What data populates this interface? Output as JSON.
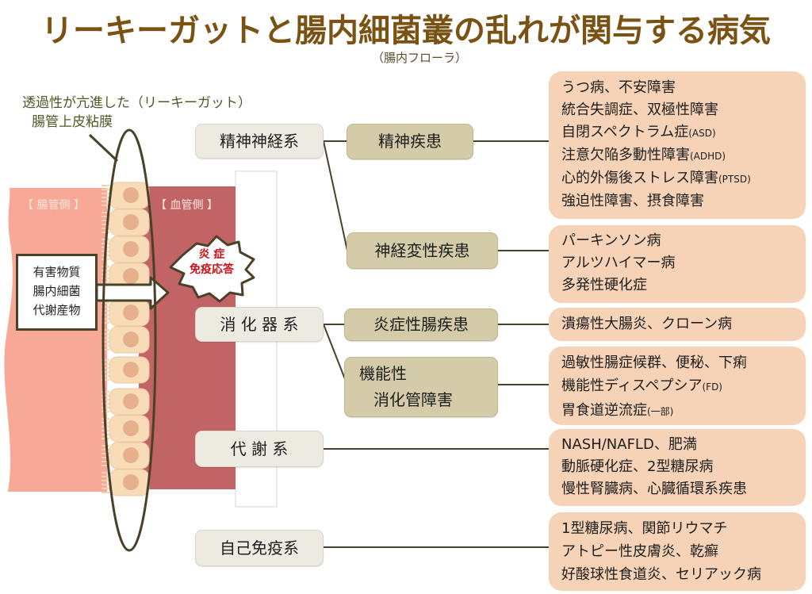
{
  "header": {
    "title": "リーキーガットと腸内細菌叢の乱れが関与する病気",
    "subtitle": "（腸内フローラ）"
  },
  "illustration": {
    "caption_line1": "透過性が亢進した（リーキーガット）",
    "caption_line2": "腸管上皮粘膜",
    "gut_side_label": "【 腸管側 】",
    "blood_side_label": "【 血管側 】",
    "inputs": [
      "有害物質",
      "腸内細菌",
      "代謝産物"
    ],
    "burst_line1": "炎 症",
    "burst_line2": "免疫応答",
    "colors": {
      "gut_side": "#f7a896",
      "blood_side": "#c26466",
      "cell": "#f8dcb8",
      "nucleus": "#e6b08c",
      "outline": "#4a4228",
      "inflammation_text": "#c8101a"
    }
  },
  "systems": [
    {
      "name": "精神神経系",
      "categories": [
        {
          "name": "精神疾患",
          "diseases": [
            {
              "text": "うつ病、不安障害"
            },
            {
              "text": "統合失調症、双極性障害"
            },
            {
              "text": "自閉スペクトラム症",
              "note": "(ASD)"
            },
            {
              "text": "注意欠陥多動性障害",
              "note": "(ADHD)"
            },
            {
              "text": "心的外傷後ストレス障害",
              "note": "(PTSD)"
            },
            {
              "text": "強迫性障害、摂食障害"
            }
          ]
        },
        {
          "name": "神経変性疾患",
          "diseases": [
            {
              "text": "パーキンソン病"
            },
            {
              "text": "アルツハイマー病"
            },
            {
              "text": "多発性硬化症"
            }
          ]
        }
      ]
    },
    {
      "name": "消 化 器 系",
      "categories": [
        {
          "name": "炎症性腸疾患",
          "diseases": [
            {
              "text": "潰瘍性大腸炎、クローン病"
            }
          ]
        },
        {
          "name_line1": "機能性",
          "name_line2": "消化管障害",
          "diseases": [
            {
              "text": "過敏性腸症候群、便秘、下痢"
            },
            {
              "text": "機能性ディスペプシア",
              "note": "(FD)"
            },
            {
              "text": "胃食道逆流症",
              "note": "(一部)"
            }
          ]
        }
      ]
    },
    {
      "name": "代 謝 系",
      "diseases": [
        {
          "text": "NASH/NAFLD、肥満"
        },
        {
          "text": "動脈硬化症、2型糖尿病"
        },
        {
          "text": "慢性腎臓病、心臓循環系疾患"
        }
      ]
    },
    {
      "name": "自己免疫系",
      "diseases": [
        {
          "text": "1型糖尿病、関節リウマチ"
        },
        {
          "text": "アトピー性皮膚炎、乾癬"
        },
        {
          "text": "好酸球性食道炎、セリアック病"
        }
      ]
    }
  ],
  "colors": {
    "title": "#7a5314",
    "system_box": "#edebe1",
    "category_box": "#d4cca8",
    "disease_box": "#f6d3b6",
    "connector": "#4a4228"
  }
}
